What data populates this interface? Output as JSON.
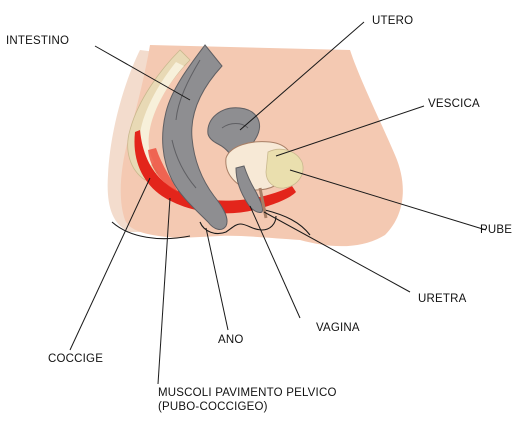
{
  "labels": {
    "intestino": "INTESTINO",
    "utero": "UTERO",
    "vescica": "VESCICA",
    "pube": "PUBE",
    "uretra": "URETRA",
    "vagina": "VAGINA",
    "ano": "ANO",
    "coccige": "COCCIGE",
    "muscoli_line1": "MUSCOLI PAVIMENTO PELVICO",
    "muscoli_line2": "(PUBO-COCCIGEO)"
  },
  "colors": {
    "skin_back": "#f1d2c3",
    "skin_front": "#f4c6b0",
    "bone_outer": "#e8d9b5",
    "bone_inner": "#f7f0da",
    "intestine": "#8e8e91",
    "intestine_dark": "#5f5f63",
    "muscle": "#e3251b",
    "muscle_light": "#ee4b3a",
    "line": "#1a1a1a"
  }
}
